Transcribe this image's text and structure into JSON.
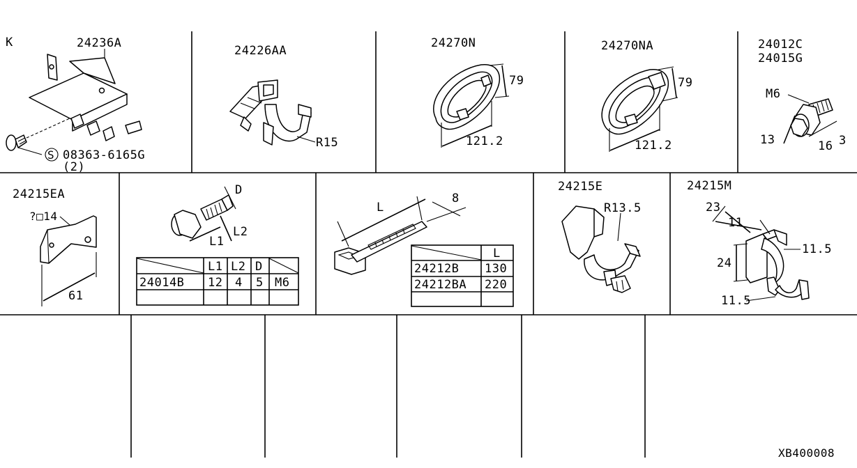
{
  "diagram": {
    "drawing_code": "XB400008",
    "cells": [
      {
        "id": "bracket",
        "corner_mark": "K",
        "part_number": "24236A",
        "screw_symbol": "S",
        "screw_number": "08363-6165G",
        "screw_qty": "(2)"
      },
      {
        "id": "clip-r15",
        "part_number": "24226AA",
        "radius": "R15"
      },
      {
        "id": "grommet-n",
        "part_number": "24270N",
        "height": "79",
        "width": "121.2"
      },
      {
        "id": "grommet-na",
        "part_number": "24270NA",
        "height": "79",
        "width": "121.2"
      },
      {
        "id": "bolt",
        "part_numbers": [
          "24012C",
          "24015G"
        ],
        "thread": "M6",
        "head": "13",
        "length": "16",
        "shoulder": "3"
      },
      {
        "id": "plate",
        "part_number": "24215EA",
        "hole": "?□14",
        "length": "61"
      },
      {
        "id": "stud",
        "dim_d": "D",
        "dim_l1": "L1",
        "dim_l2": "L2",
        "table": {
          "headers": [
            "",
            "L1",
            "L2",
            "D",
            ""
          ],
          "rows": [
            [
              "24014B",
              "12",
              "4",
              "5",
              "M6"
            ],
            [
              "",
              "",
              "",
              "",
              ""
            ]
          ]
        }
      },
      {
        "id": "band",
        "dim_l": "L",
        "dim_w": "8",
        "table": {
          "headers": [
            "",
            "L"
          ],
          "rows": [
            [
              "24212B",
              "130"
            ],
            [
              "24212BA",
              "220"
            ],
            [
              "",
              ""
            ]
          ]
        }
      },
      {
        "id": "clip-r135",
        "part_number": "24215E",
        "radius": "R13.5"
      },
      {
        "id": "clip-m",
        "part_number": "24215M",
        "width": "23",
        "inner": "11",
        "height": "24",
        "dia_top": "11.5",
        "dia_bottom": "11.5"
      }
    ]
  }
}
